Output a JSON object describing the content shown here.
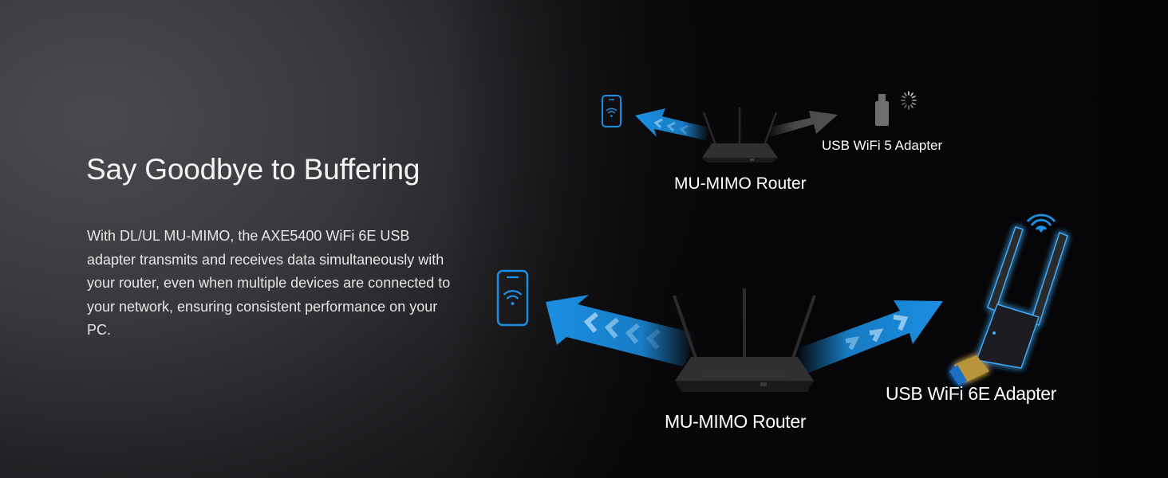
{
  "headline": "Say Goodbye to Buffering",
  "body": "With DL/UL MU-MIMO, the AXE5400 WiFi 6E USB adapter transmits and receives data simultaneously with your router, even when multiple devices are connected to your network, ensuring consistent performance on your PC.",
  "diagram_top": {
    "router_label": "MU-MIMO Router",
    "adapter_label": "USB WiFi 5 Adapter",
    "phone_icon": "phone-wifi-icon",
    "adapter_icon": "usb-stick-icon",
    "status_icon": "loading-spinner-icon"
  },
  "diagram_bottom": {
    "router_label": "MU-MIMO Router",
    "adapter_label": "USB WiFi 6E Adapter",
    "phone_icon": "phone-wifi-icon",
    "adapter_icon": "usb-wifi-adapter-icon",
    "signal_icon": "wifi-signal-icon"
  },
  "colors": {
    "accent_blue": "#1a8fe3",
    "arrow_gray": "#4a4a4c",
    "text": "#ffffff"
  }
}
